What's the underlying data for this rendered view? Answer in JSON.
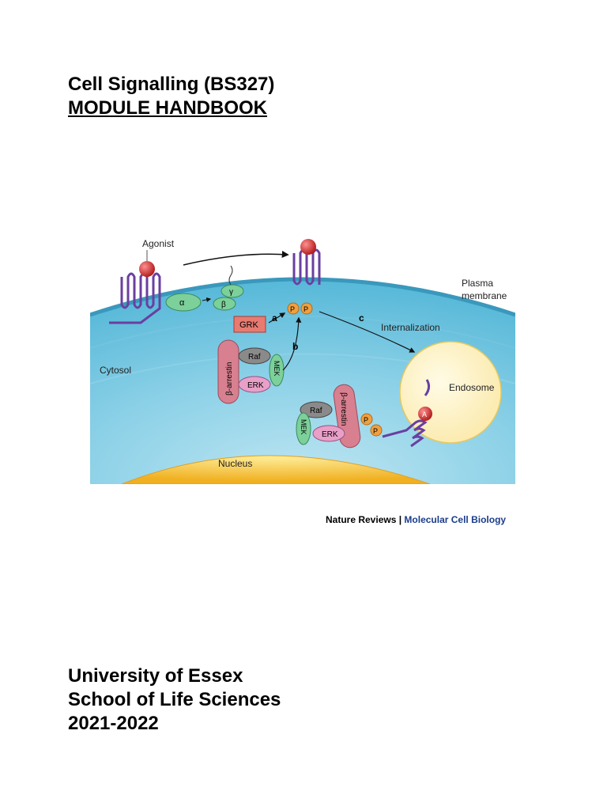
{
  "header": {
    "title": "Cell Signalling (BS327)",
    "subtitle": "MODULE HANDBOOK"
  },
  "figure": {
    "labels": {
      "agonist": "Agonist",
      "plasma": "Plasma",
      "membrane": "membrane",
      "cytosol": "Cytosol",
      "nucleus": "Nucleus",
      "endosome": "Endosome",
      "internalization": "Internalization",
      "grk": "GRK",
      "raf": "Raf",
      "mek": "MEK",
      "erk": "ERK",
      "barrestin": "β-arrestin",
      "alpha": "α",
      "beta": "β",
      "gamma": "γ",
      "p": "P",
      "a": "A",
      "step_a": "a",
      "step_b": "b",
      "step_c": "c"
    }
  },
  "credit": {
    "source": "Nature Reviews",
    "separator": " | ",
    "journal": "Molecular Cell Biology"
  },
  "footer": {
    "line1": "University of Essex",
    "line2": "School of Life Sciences",
    "line3": "2021-2022"
  },
  "colors": {
    "cytosol": "#6cc4dc",
    "membrane": "#4aa8c8",
    "nucleus": "#f2b830",
    "endosome": "#fff4c4",
    "receptor": "#6a3fa0",
    "agonist": "#c82828",
    "phospho": "#f0a040",
    "arrestin": "#d88090",
    "journal": "#1a3c8c"
  }
}
